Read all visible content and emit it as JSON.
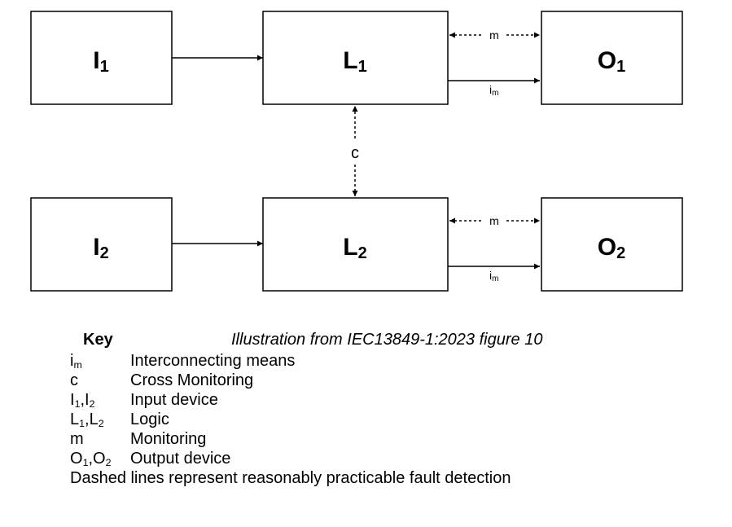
{
  "blocks": {
    "i1": {
      "main": "I",
      "sub": "1"
    },
    "l1": {
      "main": "L",
      "sub": "1"
    },
    "o1": {
      "main": "O",
      "sub": "1"
    },
    "i2": {
      "main": "I",
      "sub": "2"
    },
    "l2": {
      "main": "L",
      "sub": "2"
    },
    "o2": {
      "main": "O",
      "sub": "2"
    }
  },
  "connections": {
    "monitoring_label": "m",
    "interconnect_main": "i",
    "interconnect_sub": "m",
    "cross_label": "c"
  },
  "key": {
    "title": "Key",
    "caption": "Illustration from  IEC13849-1:2023  figure 10",
    "entries": [
      {
        "symbol_main": "i",
        "symbol_sub": "m",
        "description": "Interconnecting means"
      },
      {
        "symbol": "c",
        "description": "Cross Monitoring"
      },
      {
        "a": "I",
        "a_sub": "1",
        "b": "I",
        "b_sub": "2",
        "description": "Input device"
      },
      {
        "a": "L",
        "a_sub": "1",
        "b": "L",
        "b_sub": "2",
        "description": "Logic"
      },
      {
        "symbol": "m",
        "description": "Monitoring"
      },
      {
        "a": "O",
        "a_sub": "1",
        "b": "O",
        "b_sub": "2",
        "description": "Output device"
      }
    ],
    "note": "Dashed lines represent reasonably practicable fault detection"
  }
}
